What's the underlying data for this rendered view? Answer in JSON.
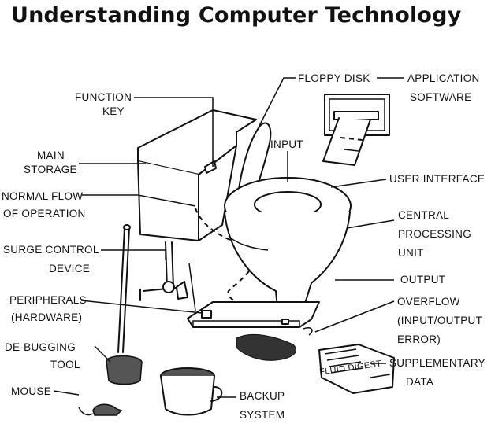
{
  "title": "Understanding Computer Technology",
  "labels": {
    "function_key_1": "FUNCTION",
    "function_key_2": "KEY",
    "main_storage_1": "MAIN",
    "main_storage_2": "STORAGE",
    "normal_flow_1": "NORMAL FLOW",
    "normal_flow_2": "OF OPERATION",
    "surge_1": "SURGE CONTROL",
    "surge_2": "DEVICE",
    "peripherals_1": "PERIPHERALS",
    "peripherals_2": "(HARDWARE)",
    "debugging_1": "DE-BUGGING",
    "debugging_2": "TOOL",
    "mouse": "MOUSE",
    "floppy_disk": "FLOPPY DISK",
    "application_1": "APPLICATION",
    "application_2": "SOFTWARE",
    "input": "INPUT",
    "user_interface": "USER INTERFACE",
    "cpu_1": "CENTRAL",
    "cpu_2": "PROCESSING",
    "cpu_3": "UNIT",
    "output": "OUTPUT",
    "overflow_1": "OVERFLOW",
    "overflow_2": "(INPUT/OUTPUT",
    "overflow_3": "ERROR)",
    "supplementary_1": "SUPPLEMENTARY",
    "supplementary_2": "DATA",
    "backup_1": "BACKUP",
    "backup_2": "SYSTEM"
  },
  "newspaper_text": "FLUID DIGEST"
}
